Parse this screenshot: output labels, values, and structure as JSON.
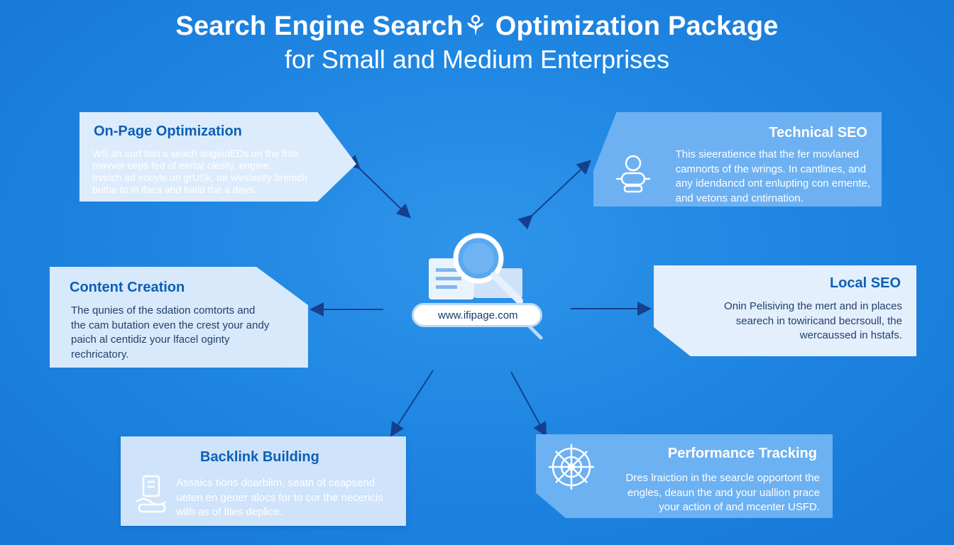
{
  "title": {
    "line1": "Search Engine Search⚘ Optimization Package",
    "line2": "for Small and Medium Enterprises"
  },
  "center": {
    "url": "www.ifipage.com",
    "icon": "magnifier-document-icon"
  },
  "cards": {
    "onpage": {
      "title": "On-Page Optimization",
      "lines": [
        "WS an curt tian s seach angeioEDs on the fhte",
        "mavver ceps fed of eertat cleslly, engine,",
        "trvirich ad encyle on grUSk, tor weslaelty brenich",
        "buthe to in lfacs and haild the a days."
      ]
    },
    "tech": {
      "title": "Technical SEO",
      "icon": "robot-icon",
      "lines": [
        "This sieeratience that the fer movlaned",
        "camnorts of the wrings. In cantlines, and",
        "any idendancd ont enlupting con emente,",
        "and vetons and cntirnation."
      ]
    },
    "content": {
      "title": "Content Creation",
      "lines": [
        "The qunies of the sdation comtorts and",
        "the cam butation even the crest your andy",
        "paich al centidiz your lfacel oginty",
        "rechricatory."
      ]
    },
    "local": {
      "title": "Local SEO",
      "lines": [
        "Onin Pelisiving the mert and in places",
        "searech in towiricand becrsoull, the",
        "wercaussed in hstafs."
      ]
    },
    "backlink": {
      "title": "Backlink Building",
      "icon": "link-building-icon",
      "lines": [
        "Assaics tions doarblim, seatn of ceapsend",
        "ueten en gener alocs for to cor the necericis",
        "with as of ltles deplice."
      ]
    },
    "perf": {
      "title": "Performance Tracking",
      "icon": "target-wheel-icon",
      "lines": [
        "Dres lraiction in the searcle opportont the",
        "engles, deaun the and your uallion prace",
        "your action of and mcenter USFD."
      ]
    }
  },
  "colors": {
    "background": "#1f86e2",
    "title": "#ffffff",
    "card_light": "#d8e9fb",
    "card_blue": "#6fb3f3",
    "heading_blue": "#0d5fb5",
    "arrow": "#163f8e"
  }
}
